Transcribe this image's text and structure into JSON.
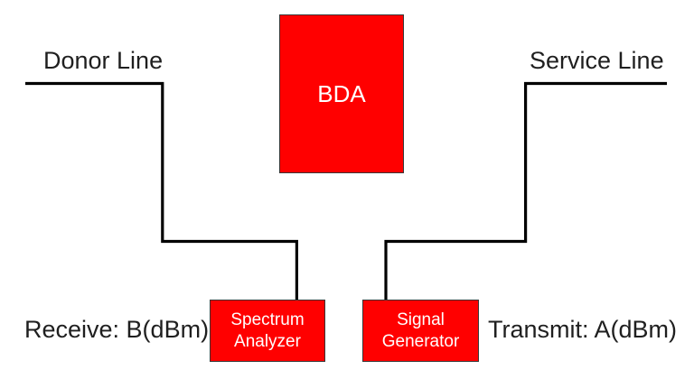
{
  "diagram": {
    "type": "block-diagram",
    "labels": {
      "donor_line": "Donor Line",
      "service_line": "Service Line",
      "receive": "Receive: B(dBm)",
      "transmit": "Transmit: A(dBm)"
    },
    "nodes": {
      "bda": {
        "label": "BDA"
      },
      "spectrum_analyzer": {
        "line1": "Spectrum",
        "line2": "Analyzer"
      },
      "signal_generator": {
        "line1": "Signal",
        "line2": "Generator"
      }
    },
    "colors": {
      "node_fill": "#ff0000",
      "node_border": "#383838",
      "node_text": "#ffffff",
      "connector_line": "#000000",
      "label_text": "#1f1f1f",
      "background": "#ffffff"
    }
  }
}
